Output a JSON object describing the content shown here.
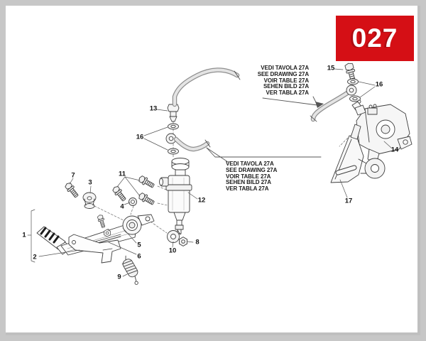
{
  "plate": {
    "number": "027"
  },
  "reference_note": {
    "lines": [
      "VEDI TAVOLA 27A",
      "SEE DRAWING 27A",
      "VOIR TABLE 27A",
      "SEHEN BILD 27A",
      "VER TABLA 27A"
    ]
  },
  "part_labels": {
    "p1": "1",
    "p2": "2",
    "p3": "3",
    "p4": "4",
    "p5": "5",
    "p6": "6",
    "p7": "7",
    "p8": "8",
    "p9": "9",
    "p10": "10",
    "p11": "11",
    "p12": "12",
    "p13": "13",
    "p14": "14",
    "p15": "15",
    "p16": "16",
    "p17": "17"
  },
  "colors": {
    "accent_red": "#d50f15",
    "frame_gray": "#c7c7c7",
    "line_ink": "#3f3f3f",
    "hose_gray": "#e4e4e4"
  },
  "diagram_subject": "rear brake pedal, master cylinder and caliper exploded view"
}
